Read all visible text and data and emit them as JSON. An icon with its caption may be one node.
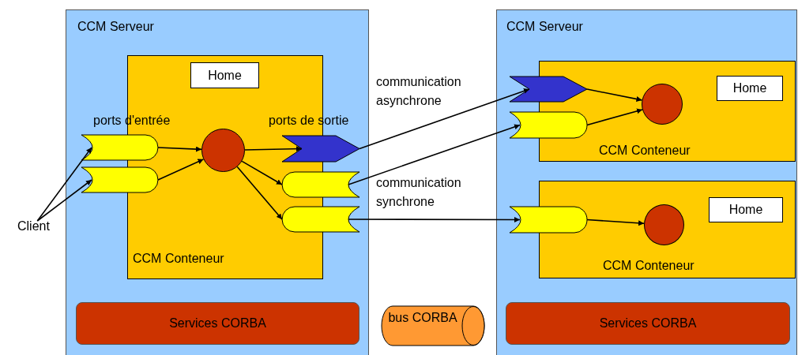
{
  "diagram": {
    "nodes": [
      {
        "text": [
          "CCM Serveur"
        ]
      },
      {
        "text": [
          "CCM Conteneur"
        ],
        "in": 0
      },
      {
        "text": [
          "Home"
        ],
        "in": 1
      },
      {
        "text": [],
        "shape": "cylinder",
        "in": 0
      },
      {
        "text": [],
        "shape": "cylinder",
        "in": 0
      },
      {
        "text": [],
        "shape": "circle",
        "in": 1
      },
      {
        "text": [],
        "shape": "chevron",
        "in": 0
      },
      {
        "text": [],
        "shape": "cylinder",
        "in": 0
      },
      {
        "text": [],
        "shape": "cylinder",
        "in": 0
      },
      {
        "text": [
          "Services CORBA"
        ],
        "in": 0
      },
      {
        "text": [
          "Client"
        ]
      },
      {
        "text": [
          "bus CORBA"
        ]
      },
      {
        "text": [
          "CCM Serveur"
        ]
      },
      {
        "text": [
          "CCM Conteneur"
        ],
        "in": 12
      },
      {
        "text": [
          "Home"
        ],
        "in": 13
      },
      {
        "text": [],
        "shape": "chevron",
        "in": 12
      },
      {
        "text": [],
        "shape": "cylinder",
        "in": 12
      },
      {
        "text": [],
        "shape": "circle",
        "in": 13
      },
      {
        "text": [
          "CCM Conteneur"
        ],
        "in": 12
      },
      {
        "text": [
          "Home"
        ],
        "in": 18
      },
      {
        "text": [],
        "shape": "cylinder",
        "in": 12
      },
      {
        "text": [],
        "shape": "circle",
        "in": 18
      },
      {
        "text": [
          "Services CORBA"
        ],
        "in": 12
      }
    ],
    "edges": [
      {
        "from": 10,
        "to": 3,
        "arrow": "to"
      },
      {
        "from": 10,
        "to": 4,
        "arrow": "to"
      },
      {
        "from": 3,
        "to": 5,
        "arrow": "to"
      },
      {
        "from": 4,
        "to": 5,
        "arrow": "to"
      },
      {
        "from": 5,
        "to": 6,
        "arrow": "to"
      },
      {
        "from": 5,
        "to": 7,
        "arrow": "to"
      },
      {
        "from": 5,
        "to": 8,
        "arrow": "to"
      },
      {
        "from": 6,
        "to": 15,
        "arrow": "to"
      },
      {
        "from": 7,
        "to": 16,
        "arrow": "to"
      },
      {
        "from": 8,
        "to": 20,
        "arrow": "to"
      },
      {
        "from": 15,
        "to": 17,
        "arrow": "to"
      },
      {
        "from": 16,
        "to": 17,
        "arrow": "to"
      },
      {
        "from": 20,
        "to": 21,
        "arrow": "to"
      }
    ],
    "labels": [
      "ports d'entrée",
      "ports de sortie",
      "communication asynchrone",
      "communication synchrone"
    ]
  }
}
